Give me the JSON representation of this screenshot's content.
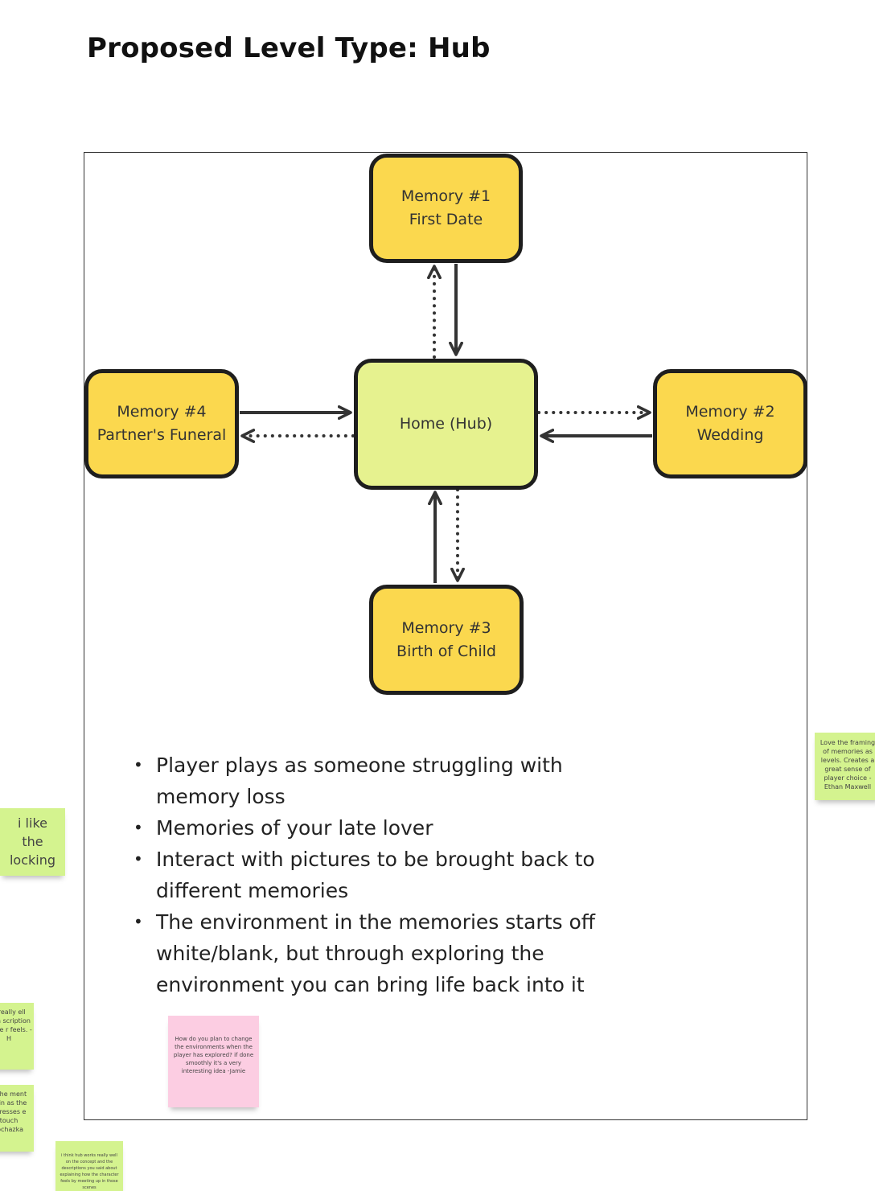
{
  "title": "Proposed Level Type: Hub",
  "colors": {
    "memory_fill": "#fbd84e",
    "hub_fill": "#e6f28f",
    "border": "#1e1e1e",
    "arrow": "#333333",
    "sticky_green": "#d4f38f",
    "sticky_pink": "#fccde2"
  },
  "nodes": {
    "memory1": {
      "line1": "Memory #1",
      "line2": "First Date"
    },
    "memory2": {
      "line1": "Memory #2",
      "line2": "Wedding"
    },
    "memory3": {
      "line1": "Memory #3",
      "line2": "Birth of Child"
    },
    "memory4": {
      "line1": "Memory #4",
      "line2": "Partner's Funeral"
    },
    "hub": {
      "label": "Home (Hub)"
    }
  },
  "bullets": [
    "Player plays as someone struggling with memory loss",
    "Memories of your late lover",
    "Interact with pictures to be brought back to different memories",
    "The environment in the memories starts off white/blank, but through exploring the environment you can bring life back into it"
  ],
  "stickies": {
    "right": "Love the framing of memories as levels. Creates a great sense of player choice -Ethan Maxwell",
    "left_locking": "i like the locking areas",
    "left_partial1": "o really ell with scription w the r feels. - H",
    "left_partial2": "g the ment gain as the ogresses e touch rochazka",
    "bottom_small": "i think hub works really well on the concept and the descriptions you said about explaining how the character feels by meeting up in those scenes",
    "pink": "How do you plan to change the environments when the player has explored? if done smoothly it's a very interesting idea -Jamie"
  }
}
